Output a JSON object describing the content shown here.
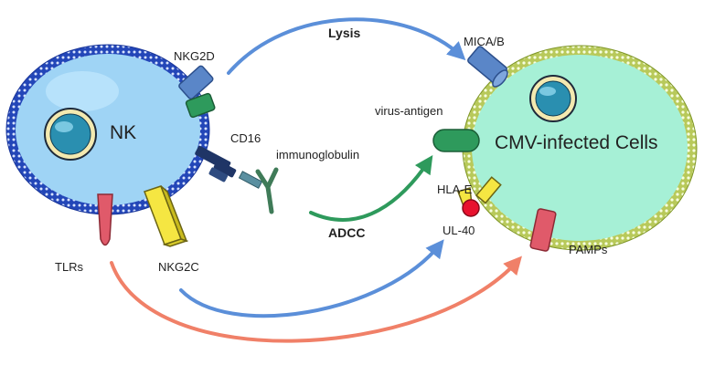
{
  "labels": {
    "nk": "NK",
    "cmv": "CMV-infected Cells",
    "nkg2d": "NKG2D",
    "cd16": "CD16",
    "immunoglobulin": "immunoglobulin",
    "nkg2c": "NKG2C",
    "tlrs": "TLRs",
    "lysis": "Lysis",
    "adcc": "ADCC",
    "mica": "MICA/B",
    "virus_antigen": "virus-antigen",
    "hla": "HLA-E",
    "ul40": "UL-40",
    "pamps": "PAMPs"
  },
  "colors": {
    "nk_fill": "#9fd4f5",
    "nk_membrane": "#2346b8",
    "cmv_fill": "#a6f0d6",
    "cmv_membrane": "#9fb83a",
    "arrow_blue": "#5b8fd9",
    "arrow_green": "#2e9a5c",
    "arrow_salmon": "#f08068",
    "receptor_blue": "#5a86c8",
    "receptor_green": "#2e9a5c",
    "receptor_yellow": "#f5e642",
    "receptor_red": "#e05a6a",
    "ul40_red": "#e8122e",
    "cd16_navy": "#1f3566"
  }
}
